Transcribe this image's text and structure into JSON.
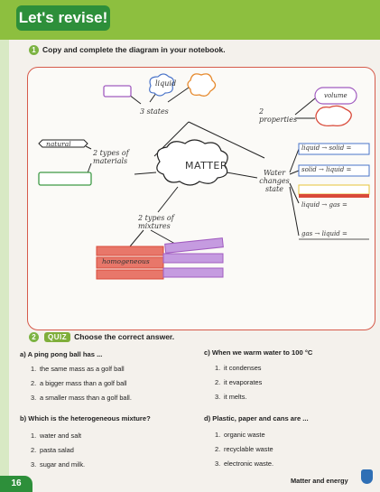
{
  "header": {
    "title": "Let's revise!"
  },
  "task1": {
    "number": "1",
    "instruction": "Copy and complete the diagram in your notebook."
  },
  "diagram": {
    "center": "MATTER",
    "liquid": "liquid",
    "states": "3 states",
    "properties": "2 properties",
    "volume": "volume",
    "natural": "natural",
    "types_materials": "2 types of materials",
    "water_changes_state": "Water changes state",
    "changes": [
      {
        "from": "liquid",
        "to": "solid ="
      },
      {
        "from": "solid",
        "to": "liquid ="
      },
      {
        "from": "liquid",
        "to": "gas ="
      },
      {
        "from": "gas",
        "to": "liquid ="
      }
    ],
    "types_mixtures": "2 types of mixtures",
    "homogeneous": "homogeneous",
    "colors": {
      "red": "#d94a3a",
      "green": "#3e9a46",
      "purple": "#a15cc0",
      "orange": "#e68a2e",
      "yellow": "#e7c43a",
      "blue": "#4a74c9"
    }
  },
  "quiz": {
    "number": "2",
    "badge": "QUIZ",
    "instruction": "Choose the correct answer.",
    "questions": {
      "a": {
        "text": "a) A ping pong ball has ...",
        "options": [
          "the same mass as a golf ball",
          "a bigger mass than a golf ball",
          "a smaller mass than a golf ball."
        ]
      },
      "b": {
        "text": "b) Which is the heterogeneous mixture?",
        "options": [
          "water and salt",
          "pasta salad",
          "sugar and milk."
        ]
      },
      "c": {
        "text": "c) When we warm water to 100 °C",
        "options": [
          "it condenses",
          "it evaporates",
          "it melts."
        ]
      },
      "d": {
        "text": "d) Plastic, paper and cans are ...",
        "options": [
          "organic waste",
          "recyclable waste",
          "electronic waste."
        ]
      }
    }
  },
  "footer": {
    "page": "16",
    "label": "Matter and energy"
  }
}
